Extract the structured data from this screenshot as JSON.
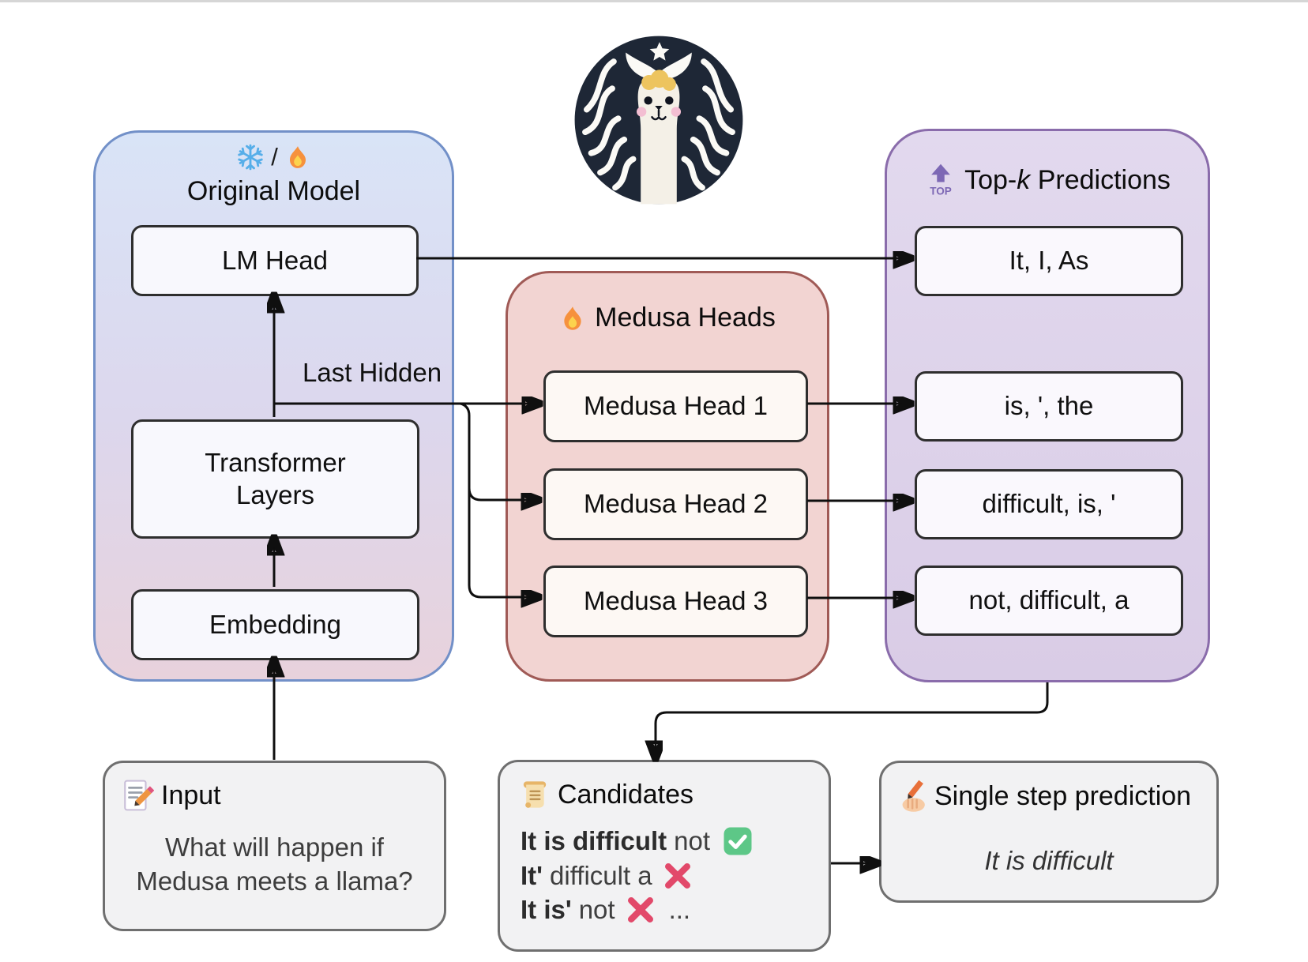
{
  "original_model": {
    "title": "Original Model",
    "frozen_slash": "/",
    "boxes": {
      "lm_head": "LM Head",
      "transformer": "Transformer Layers",
      "embedding": "Embedding"
    },
    "last_hidden_label": "Last Hidden"
  },
  "medusa": {
    "title": "Medusa Heads",
    "heads": [
      "Medusa Head 1",
      "Medusa Head 2",
      "Medusa Head 3"
    ]
  },
  "topk": {
    "title_pre": "Top-",
    "title_k": "k",
    "title_post": " Predictions",
    "icon_text": "TOP",
    "predictions": [
      "It, I, As",
      "is, ', the",
      "difficult, is, '",
      "not, difficult, a"
    ]
  },
  "input": {
    "title": "Input",
    "line1": "What will happen if",
    "line2": "Medusa meets a llama?"
  },
  "candidates": {
    "title": "Candidates",
    "rows": [
      {
        "bold": "It is difficult",
        "rest": "not"
      },
      {
        "bold": "It'",
        "rest": "difficult a"
      },
      {
        "bold": "It is'",
        "rest": "not"
      }
    ],
    "ellipsis": "..."
  },
  "single_step": {
    "title": "Single step prediction",
    "content": "It is difficult"
  },
  "colors": {
    "snowflake_blue": "#56aee9",
    "flame_orange": "#f6913d",
    "top_purple": "#7d68b5",
    "check_green": "#5dc787",
    "cross_red": "#e2496a",
    "original_panel_border": "#7290c8",
    "medusa_panel_border": "#a05a56",
    "topk_panel_border": "#8a6cab",
    "logo_navy": "#1e2736",
    "arrow_black": "#0f0f0f"
  }
}
